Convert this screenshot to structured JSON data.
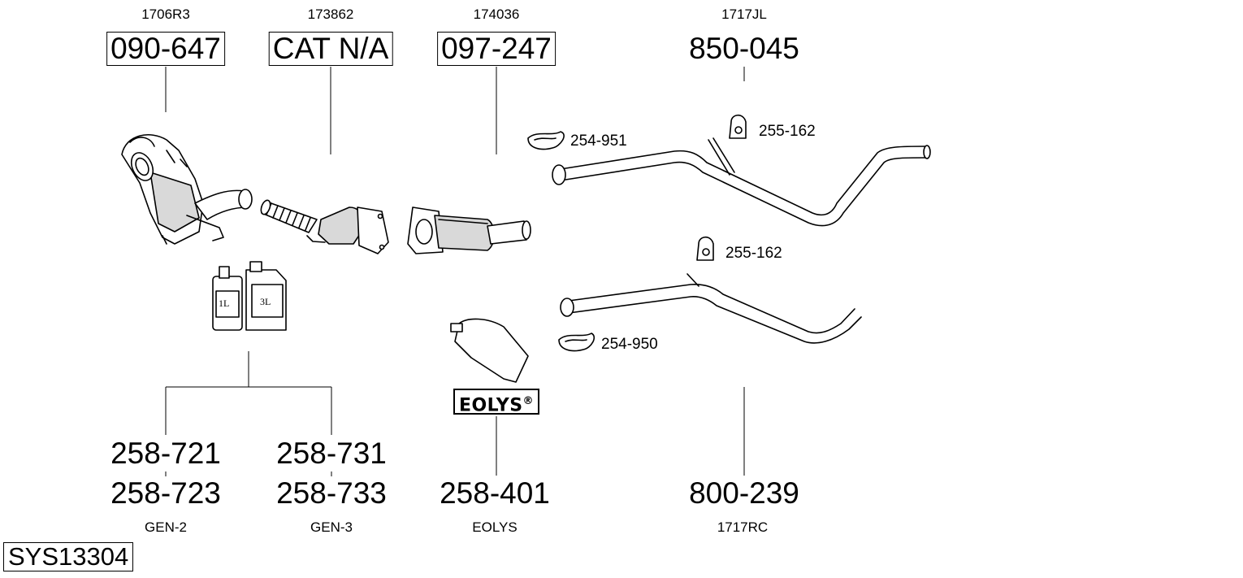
{
  "diagram": {
    "system_code": "SYS13304",
    "columns": [
      {
        "oem": "1706R3",
        "part": "090-647",
        "boxed": true
      },
      {
        "oem": "173862",
        "part": "CAT N/A",
        "boxed": true
      },
      {
        "oem": "174036",
        "part": "097-247",
        "boxed": true
      },
      {
        "oem": "1717JL",
        "part": "850-045",
        "boxed": false
      }
    ],
    "clamps": [
      {
        "part": "254-951"
      },
      {
        "part": "255-162"
      },
      {
        "part": "255-162"
      },
      {
        "part": "254-950"
      }
    ],
    "containers": {
      "small": "1L",
      "large": "3L"
    },
    "eolys_logo": {
      "text": "EOLYS",
      "mark": "®"
    },
    "bottom": [
      {
        "part_top": "258-721",
        "part_bottom": "258-723",
        "sub": "GEN-2"
      },
      {
        "part_top": "258-731",
        "part_bottom": "258-733",
        "sub": "GEN-3"
      },
      {
        "part_top": "",
        "part_bottom": "258-401",
        "sub": "EOLYS"
      },
      {
        "part_top": "",
        "part_bottom": "800-239",
        "sub": "1717RC"
      }
    ]
  }
}
